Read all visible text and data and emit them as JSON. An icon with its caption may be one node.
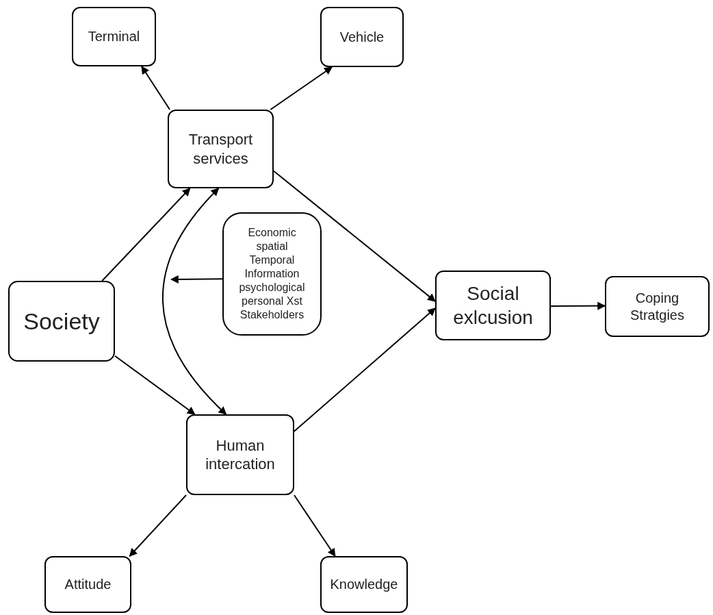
{
  "diagram": {
    "nodes": [
      {
        "text": [
          "Terminal"
        ]
      },
      {
        "text": [
          "Vehicle"
        ]
      },
      {
        "text": [
          "Transport services"
        ]
      },
      {
        "text": [
          "Economic spatial Temporal Information psychological personal Xst Stakeholders"
        ]
      },
      {
        "text": [
          "Social exlcusion"
        ]
      },
      {
        "text": [
          "Coping Stratgies"
        ]
      },
      {
        "text": [
          "Society"
        ]
      },
      {
        "text": [
          "Human intercation"
        ]
      },
      {
        "text": [
          "Attitude"
        ]
      },
      {
        "text": [
          "Knowledge"
        ]
      }
    ],
    "edges": [
      {
        "from": 2,
        "to": 0,
        "arrow": "to"
      },
      {
        "from": 2,
        "to": 1,
        "arrow": "to"
      },
      {
        "from": 6,
        "to": 2,
        "arrow": "to"
      },
      {
        "from": 6,
        "to": 7,
        "arrow": "to"
      },
      {
        "from": 2,
        "to": 4,
        "arrow": "to"
      },
      {
        "from": 7,
        "to": 4,
        "arrow": "to"
      },
      {
        "from": 4,
        "to": 5,
        "arrow": "to"
      },
      {
        "from": 2,
        "to": 7,
        "arrow": "both"
      },
      {
        "from": 3,
        "to": null,
        "arrow": "to"
      },
      {
        "from": 7,
        "to": 8,
        "arrow": "to"
      },
      {
        "from": 7,
        "to": 9,
        "arrow": "to"
      }
    ]
  }
}
